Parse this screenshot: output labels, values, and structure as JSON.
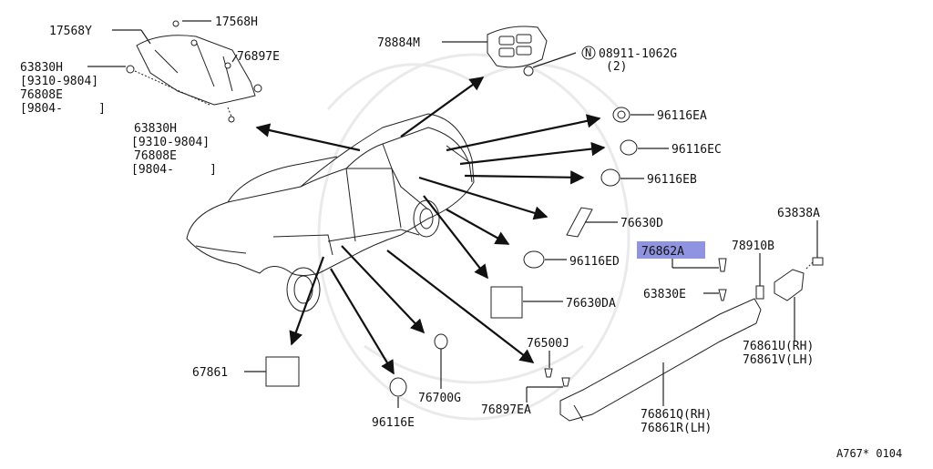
{
  "labels": {
    "p17568Y": "17568Y",
    "p17568H": "17568H",
    "p63830H_a": "63830H",
    "p63830H_a_r1": "[9310-9804]",
    "p76808E_a": "76808E",
    "p76808E_a_r1": "[9804-     ]",
    "p76897E": "76897E",
    "p63830H_b": "63830H",
    "p63830H_b_r1": "[9310-9804]",
    "p76808E_b": "76808E",
    "p76808E_b_r1": "[9804-     ]",
    "p78884M": "78884M",
    "p08911_sym": "N",
    "p08911": "08911-1062G",
    "p08911_qty": "(2)",
    "p96116EA": "96116EA",
    "p96116EC": "96116EC",
    "p96116EB": "96116EB",
    "p76630D": "76630D",
    "p63838A": "63838A",
    "p76862A": "76862A",
    "p78910B": "78910B",
    "p96116ED": "96116ED",
    "p63830E": "63830E",
    "p76630DA": "76630DA",
    "p76861U": "76861U(RH)",
    "p76861V": "76861V(LH)",
    "p67861": "67861",
    "p76500J": "76500J",
    "p76700G": "76700G",
    "p76897EA": "76897EA",
    "p96116E": "96116E",
    "p76861Q": "76861Q(RH)",
    "p76861R": "76861R(LH)",
    "diagram_code": "A767* 0104"
  },
  "colors": {
    "highlight": "#8f93e0",
    "ink": "#111111"
  }
}
